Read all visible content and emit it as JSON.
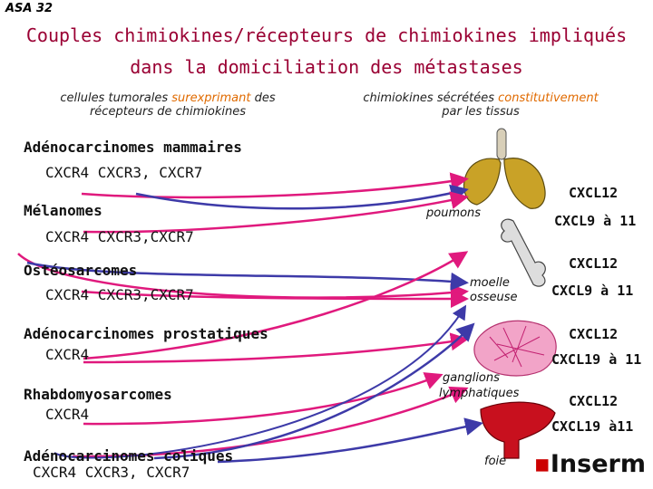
{
  "tag": "ASA 32",
  "title_line1": "Couples chimiokines/récepteurs de chimiokines impliqués",
  "title_line2": "dans la domiciliation des métastases",
  "left_header": {
    "line1_pre": "cellules tumorales ",
    "line1_hl": "surexprimant",
    "line1_post": " des",
    "line2": "récepteurs de chimiokines"
  },
  "right_header": {
    "line1_pre": "chimiokines sécrétées ",
    "line1_hl": "constitutivement",
    "line2": "par les tissus"
  },
  "groups": [
    {
      "name": "Adénocarcinomes mammaires",
      "receptors": "CXCR4  CXCR3, CXCR7"
    },
    {
      "name": "Mélanomes",
      "receptors": "CXCR4  CXCR3,CXCR7"
    },
    {
      "name": "Ostéosarcomes",
      "receptors": "CXCR4  CXCR3,CXCR7"
    },
    {
      "name": "Adénocarcinomes prostatiques",
      "receptors": "CXCR4"
    },
    {
      "name": "Rhabdomyosarcomes",
      "receptors": "CXCR4"
    },
    {
      "name": "Adénocarcinomes coliques",
      "receptors": "CXCR4  CXCR3, CXCR7"
    }
  ],
  "organs": [
    {
      "name": "poumons",
      "chemokines": [
        "CXCL12",
        "CXCL9 à 11"
      ]
    },
    {
      "name": "moelle osseuse",
      "line1": "moelle",
      "line2": "osseuse",
      "chemokines": [
        "CXCL12",
        "CXCL9 à 11"
      ]
    },
    {
      "name": "ganglions lymphatiques",
      "line1": "ganglions",
      "line2": "lymphatiques",
      "chemokines": [
        "CXCL12",
        "CXCL19 à 11"
      ]
    },
    {
      "name": "foie",
      "chemokines": [
        "CXCL12",
        "CXCL19 à11"
      ]
    }
  ],
  "colors": {
    "title": "#9a0033",
    "highlight": "#e06a00",
    "cxcr4_arrow": "#e0197d",
    "cxcr3_arrow": "#3d3aa8",
    "lung": "#c9a227",
    "liver": "#c8101e",
    "lymph": "#f2a4c8"
  },
  "logo": "Inserm"
}
